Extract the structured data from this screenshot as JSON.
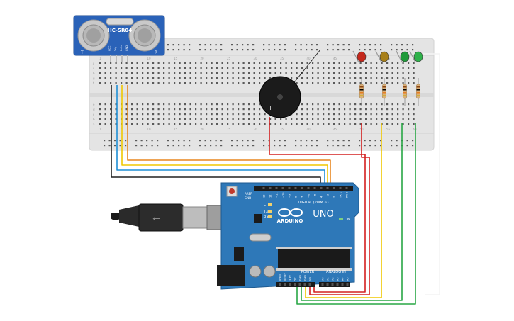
{
  "sensor": {
    "model": "HC-SR04",
    "label_t": "T",
    "label_r": "R",
    "pins": [
      "VCC",
      "Trig",
      "Echo",
      "GND"
    ]
  },
  "arduino": {
    "brand": "ARDUINO",
    "model": "UNO",
    "on_label": "ON",
    "digital_label": "DIGITAL (PWM ~)",
    "power_label": "POWER",
    "analog_label": "ANALOG IN",
    "aref": "AREF",
    "gnd": "GND",
    "tx": "TX",
    "rx": "RX",
    "pin_l": "L",
    "digital_pins": [
      "13",
      "12",
      "~11",
      "~10",
      "~9",
      "8",
      "7",
      "~6",
      "~5",
      "4",
      "~3",
      "2",
      "TX 1",
      "RX 0"
    ],
    "power_pins": [
      "IOREF",
      "RESET",
      "3.3V",
      "5V",
      "GND",
      "GND",
      "Vin"
    ],
    "analog_pins": [
      "A0",
      "A1",
      "A2",
      "A3",
      "A4",
      "A5"
    ]
  },
  "breadboard": {
    "row_letters_top": [
      "j",
      "i",
      "h",
      "g",
      "f"
    ],
    "row_letters_bottom": [
      "e",
      "d",
      "c",
      "b",
      "a"
    ],
    "column_numbers": [
      "1",
      "5",
      "10",
      "15",
      "20",
      "25",
      "30",
      "35",
      "40",
      "45",
      "50",
      "55",
      "60"
    ]
  },
  "buzzer": {
    "plus": "+",
    "minus": "−"
  },
  "leds": {
    "colors": [
      "#c4281c",
      "#a8801a",
      "#1f9a3a",
      "#2fb14a"
    ]
  },
  "colors": {
    "arduino_board": "#2e78b8",
    "breadboard": "#e4e4e4",
    "sensor_board": "#2a62b8",
    "wire_red": "#d32020",
    "wire_yellow": "#f0c800",
    "wire_green": "#28a745",
    "wire_orange": "#e8851f",
    "wire_blue": "#1f8fd6",
    "wire_black": "#202020"
  }
}
